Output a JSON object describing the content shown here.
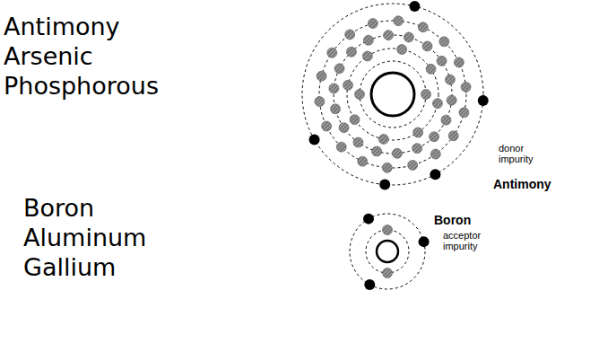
{
  "diagram": {
    "labels": [
      "Antimony",
      "Arsenic",
      "Phosphorous",
      "donor impurity",
      "Antimony",
      "Boron",
      "Aluminum",
      "Gallium",
      "Boron",
      "acceptor impurity"
    ]
  }
}
